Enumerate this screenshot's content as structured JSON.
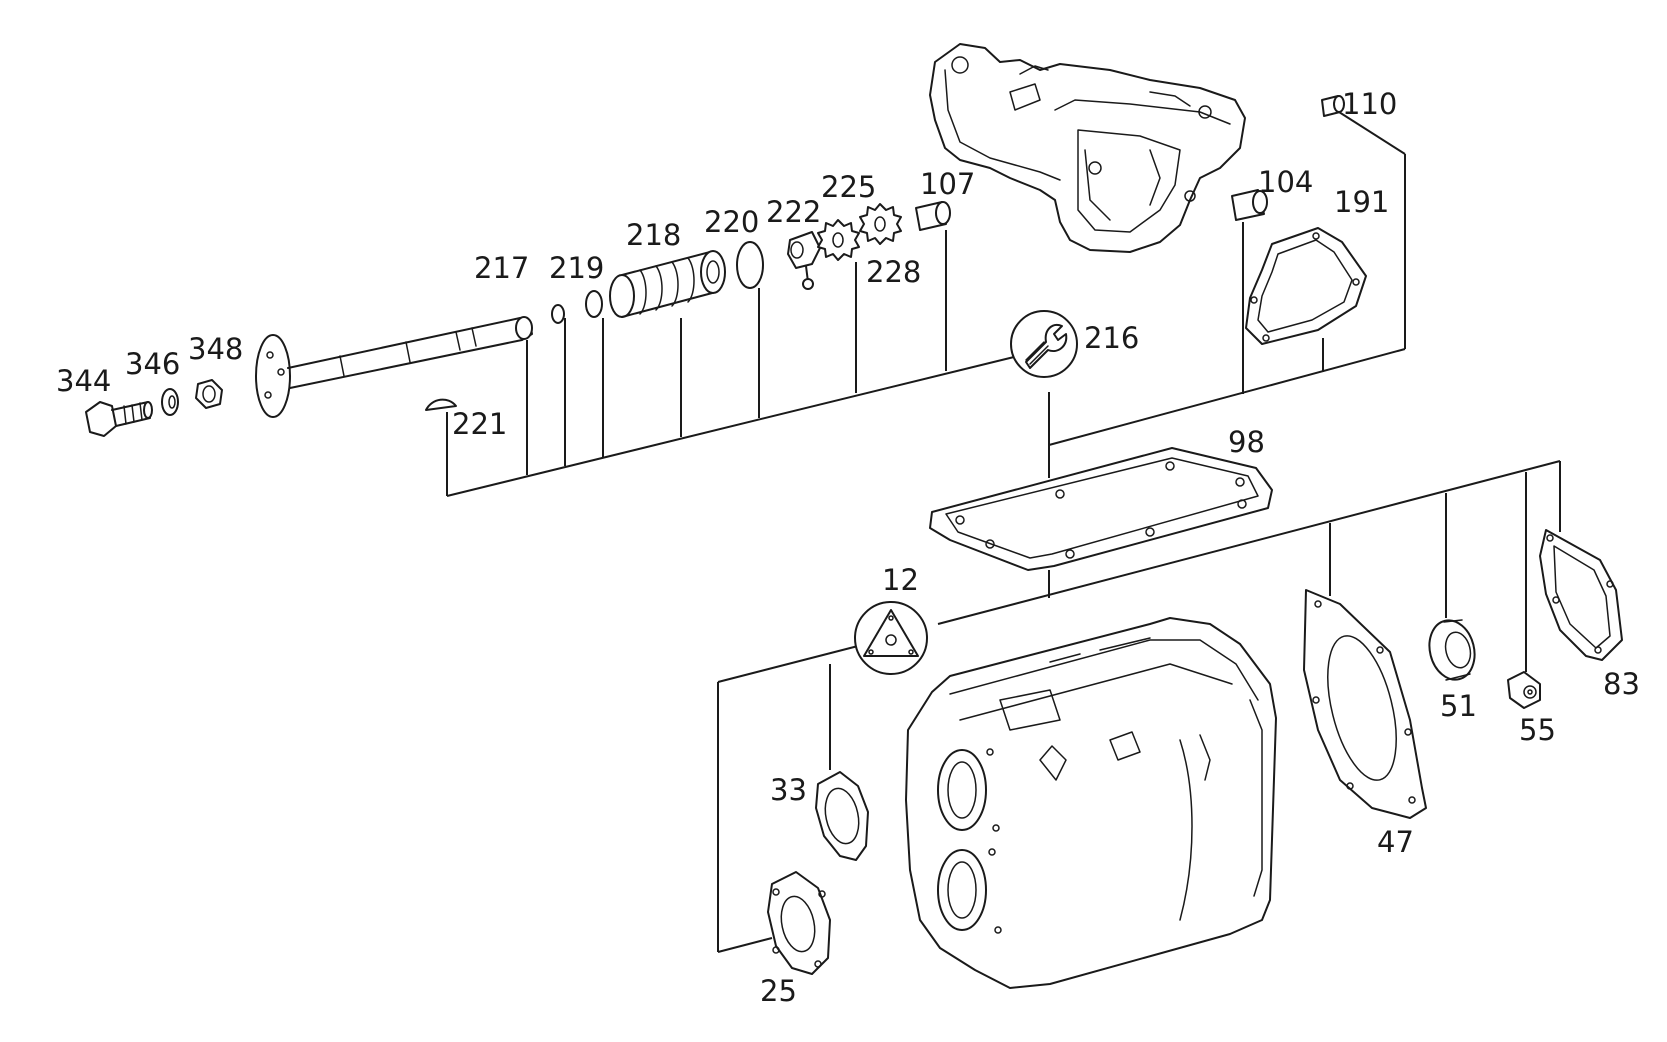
{
  "labels": {
    "l110": "110",
    "l104": "104",
    "l191": "191",
    "l107": "107",
    "l225": "225",
    "l222": "222",
    "l228": "228",
    "l220": "220",
    "l218": "218",
    "l217": "217",
    "l219": "219",
    "l216": "216",
    "l344": "344",
    "l346": "346",
    "l348": "348",
    "l221": "221",
    "l98": "98",
    "l12": "12",
    "l33": "33",
    "l25": "25",
    "l47": "47",
    "l51": "51",
    "l55": "55",
    "l83": "83"
  },
  "colors": {
    "ink": "#1a1a1a",
    "background": "#ffffff"
  },
  "icons": {
    "tool_symbol": "wrench-icon",
    "special_symbol": "triangle-plate-icon"
  }
}
